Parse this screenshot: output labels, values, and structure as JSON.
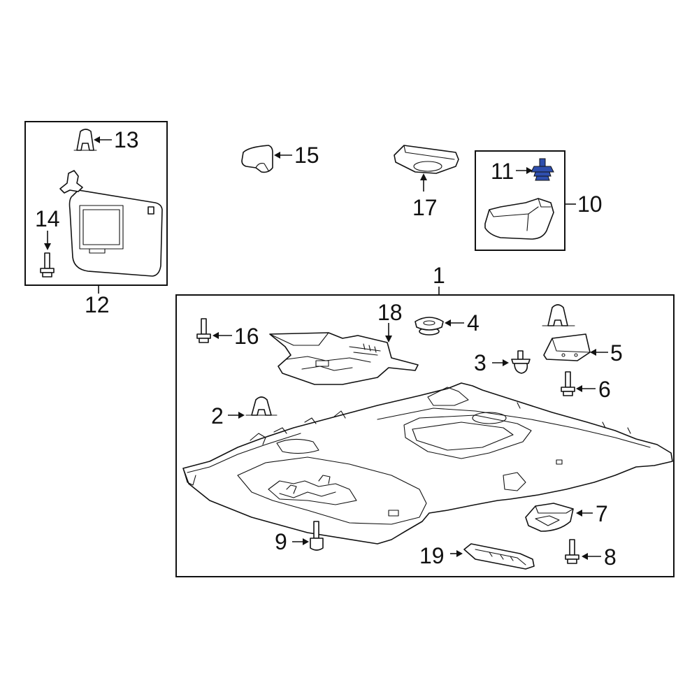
{
  "diagram": {
    "highlight_color": "#2f4fae",
    "callouts": {
      "c1": "1",
      "c2": "2",
      "c3": "3",
      "c4": "4",
      "c5": "5",
      "c6": "6",
      "c7": "7",
      "c8": "8",
      "c9": "9",
      "c10": "10",
      "c11": "11",
      "c12": "12",
      "c13": "13",
      "c14": "14",
      "c15": "15",
      "c16": "16",
      "c17": "17",
      "c18": "18",
      "c19": "19"
    }
  }
}
